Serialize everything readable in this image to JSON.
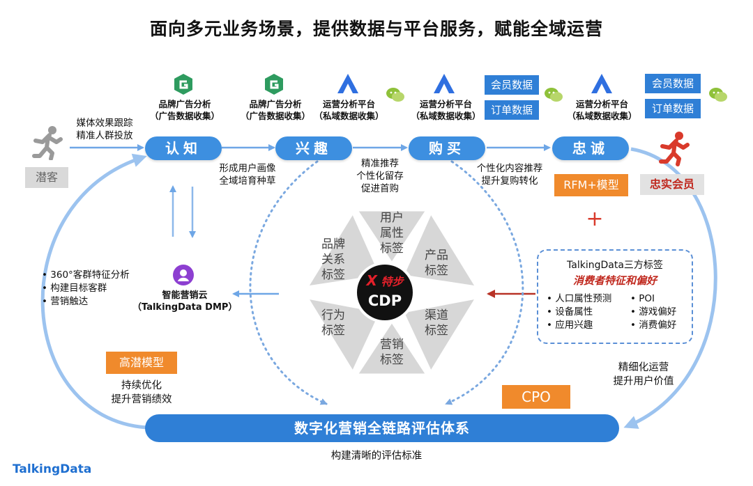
{
  "title": "面向多元业务场景，提供数据与平台服务，赋能全域运营",
  "stages": {
    "s1": "认知",
    "s2": "兴趣",
    "s3": "购买",
    "s4": "忠诚"
  },
  "sources": {
    "src1": [
      "品牌广告分析",
      "（广告数据收集）"
    ],
    "src2": [
      "品牌广告分析",
      "（广告数据收集）"
    ],
    "src3": [
      "运营分析平台",
      "（私域数据收集）"
    ],
    "src4": [
      "运营分析平台",
      "（私域数据收集）"
    ],
    "src5": [
      "运营分析平台",
      "（私域数据收集）"
    ]
  },
  "data_tags": {
    "member1": "会员数据",
    "order1": "订单数据",
    "member2": "会员数据",
    "order2": "订单数据"
  },
  "notes": {
    "media": [
      "媒体效果跟踪",
      "精准人群投放"
    ],
    "portrait": [
      "形成用户画像",
      "全域培育种草"
    ],
    "precise": [
      "精准推荐",
      "个性化留存",
      "促进首购"
    ],
    "content": [
      "个性化内容推荐",
      "提升复购转化"
    ],
    "fine_ops": [
      "精细化运营",
      "提升用户价值"
    ],
    "optimize": [
      "持续优化",
      "提升营销绩效"
    ],
    "standard": "构建清晰的评估标准"
  },
  "people": {
    "potential": "潜客",
    "loyal": "忠实会员"
  },
  "models": {
    "rfm": "RFM+模型",
    "plus": "+",
    "high_potential": "高潜模型",
    "cpo": "CPO"
  },
  "hexagon": {
    "center_label": "CDP",
    "brand_logo": "特步",
    "segments": [
      "用户属性标签",
      "产品标签",
      "渠道标签",
      "营销标签",
      "行为标签",
      "品牌关系标签"
    ]
  },
  "third_party": {
    "title": "TalkingData三方标签",
    "subtitle": "消费者特征和偏好",
    "left_items": [
      "人口属性预测",
      "设备属性",
      "应用兴趣"
    ],
    "right_items": [
      "POI",
      "游戏偏好",
      "消费偏好"
    ]
  },
  "dmp": {
    "bullets": [
      "360°客群特征分析",
      "构建目标客群",
      "营销触达"
    ],
    "name": "智能营销云",
    "sub": "（TalkingData DMP）"
  },
  "bottom_bar": "数字化营销全链路评估体系",
  "footer_logo": "TalkingData",
  "colors": {
    "stage_blue": "#3d8fe0",
    "orange": "#f08a2c",
    "red": "#d93a2b",
    "loop_blue": "#9cc3ef",
    "dotted_blue": "#7aa8e0"
  }
}
